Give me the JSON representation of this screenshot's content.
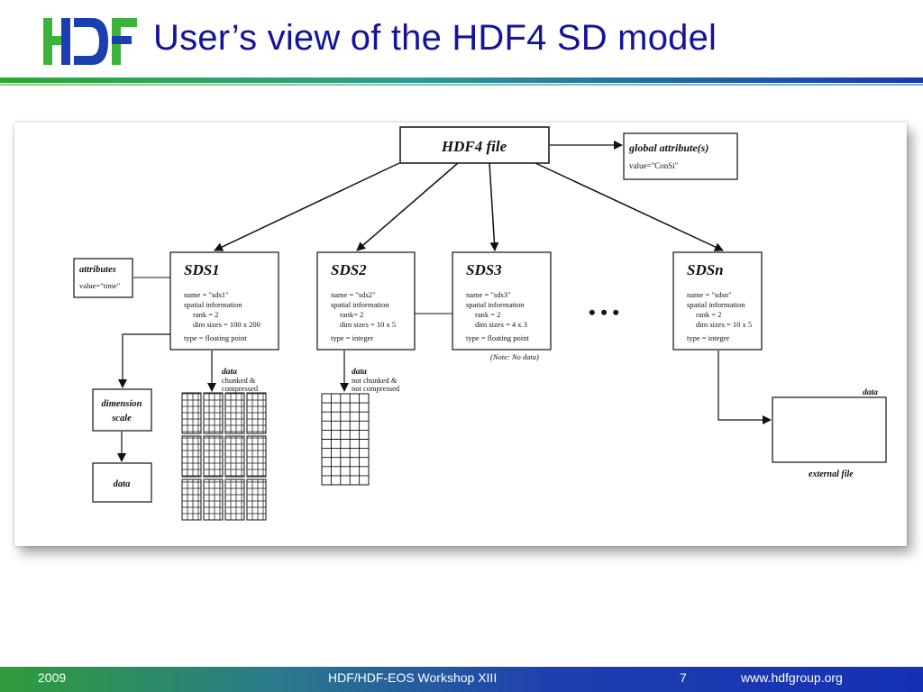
{
  "header": {
    "logo_text": "HDF",
    "title": "User’s view of the HDF4 SD model"
  },
  "diagram": {
    "file_box": "HDF4 file",
    "global_attr": {
      "title": "global attribute(s)",
      "value": "value=\"ConSi\""
    },
    "attributes_box": {
      "title": "attributes",
      "value": "value=\"time\""
    },
    "sds1": {
      "title": "SDS1",
      "lines": [
        "name = \"sds1\"",
        "spatial information",
        "rank = 2",
        "dim sizes = 100 x 200",
        "type = floating point"
      ]
    },
    "sds2": {
      "title": "SDS2",
      "lines": [
        "name = \"sds2\"",
        "spatial information",
        "rank= 2",
        "dim sizes = 10 x 5",
        "type = integer"
      ]
    },
    "sds3": {
      "title": "SDS3",
      "lines": [
        "name = \"sds3\"",
        "spatial information",
        "rank = 2",
        "dim sizes = 4 x 3",
        "type = floating point"
      ]
    },
    "sdsn": {
      "title": "SDSn",
      "lines": [
        "name = \"sdsn\"",
        "spatial information",
        "rank = 2",
        "dim sizes = 10 x 5",
        "type = integer"
      ]
    },
    "ellipsis": "• • •",
    "sds3_note": "(Note: No data)",
    "dimension_scale": [
      "dimension",
      "scale"
    ],
    "dim_data": "data",
    "sds1_data": {
      "title": "data",
      "note": [
        "chunked &",
        "compressed"
      ]
    },
    "sds2_data": {
      "title": "data",
      "note": [
        "not chunked &",
        "not compressed"
      ]
    },
    "ext_data": "data",
    "ext_file": "external file"
  },
  "footer": {
    "year": "2009",
    "workshop": "HDF/HDF-EOS Workshop XIII",
    "page": "7",
    "url": "www.hdfgroup.org"
  },
  "colors": {
    "title": "#14149a",
    "logo_blue": "#1c3fb0",
    "logo_green": "#3cb33c"
  }
}
